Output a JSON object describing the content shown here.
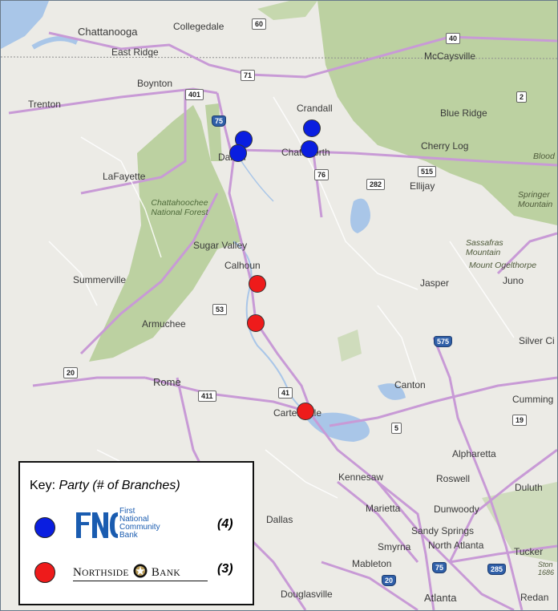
{
  "map": {
    "cities": [
      {
        "id": "chattanooga",
        "name": "Chattanooga"
      },
      {
        "id": "collegedale",
        "name": "Collegedale"
      },
      {
        "id": "east-ridge",
        "name": "East Ridge"
      },
      {
        "id": "boynton",
        "name": "Boynton"
      },
      {
        "id": "trenton",
        "name": "Trenton"
      },
      {
        "id": "mccaysville",
        "name": "McCaysville"
      },
      {
        "id": "crandall",
        "name": "Crandall"
      },
      {
        "id": "blue-ridge",
        "name": "Blue Ridge"
      },
      {
        "id": "dalton",
        "name": "Dalton"
      },
      {
        "id": "chatsworth",
        "name": "Chatsworth"
      },
      {
        "id": "cherry-log",
        "name": "Cherry Log"
      },
      {
        "id": "lafayette",
        "name": "LaFayette"
      },
      {
        "id": "ellijay",
        "name": "Ellijay"
      },
      {
        "id": "sugar-valley",
        "name": "Sugar Valley"
      },
      {
        "id": "calhoun",
        "name": "Calhoun"
      },
      {
        "id": "summerville",
        "name": "Summerville"
      },
      {
        "id": "jasper",
        "name": "Jasper"
      },
      {
        "id": "juno",
        "name": "Juno"
      },
      {
        "id": "armuchee",
        "name": "Armuchee"
      },
      {
        "id": "silver-city",
        "name": "Silver Ci"
      },
      {
        "id": "rome",
        "name": "Rome"
      },
      {
        "id": "canton",
        "name": "Canton"
      },
      {
        "id": "cumming",
        "name": "Cumming"
      },
      {
        "id": "cartersville",
        "name": "Cartersville"
      },
      {
        "id": "alpharetta",
        "name": "Alpharetta"
      },
      {
        "id": "kennesaw",
        "name": "Kennesaw"
      },
      {
        "id": "roswell",
        "name": "Roswell"
      },
      {
        "id": "duluth",
        "name": "Duluth"
      },
      {
        "id": "marietta",
        "name": "Marietta"
      },
      {
        "id": "dunwoody",
        "name": "Dunwoody"
      },
      {
        "id": "dallas",
        "name": "Dallas"
      },
      {
        "id": "sandy-springs",
        "name": "Sandy Springs"
      },
      {
        "id": "smyrna",
        "name": "Smyrna"
      },
      {
        "id": "north-atlanta",
        "name": "North Atlanta"
      },
      {
        "id": "tucker",
        "name": "Tucker"
      },
      {
        "id": "mableton",
        "name": "Mableton"
      },
      {
        "id": "douglasville",
        "name": "Douglasville"
      },
      {
        "id": "atlanta",
        "name": "Atlanta"
      },
      {
        "id": "redan",
        "name": "Redan"
      }
    ],
    "features": [
      {
        "id": "chatt-forest",
        "name": "Chattahoochee National Forest"
      },
      {
        "id": "sassafras",
        "name": "Sassafras Mountain"
      },
      {
        "id": "ogelthorpe",
        "name": "Mount Ogelthorpe"
      },
      {
        "id": "springer",
        "name": "Springer Mountain"
      },
      {
        "id": "blood",
        "name": "Blood"
      },
      {
        "id": "stone",
        "name": "Ston 1686"
      }
    ],
    "shields": [
      "60",
      "40",
      "71",
      "401",
      "75",
      "2",
      "515",
      "76",
      "282",
      "53",
      "575",
      "20",
      "411",
      "41",
      "19",
      "5",
      "75",
      "285",
      "20"
    ],
    "markers": {
      "first_national": 4,
      "northside": 3
    }
  },
  "key": {
    "label": "Key:",
    "subtitle": "Party (# of Branches)",
    "fnc": {
      "line1": "First",
      "line2": "National",
      "line3": "Community",
      "line4": "Bank",
      "count": "(4)"
    },
    "northside": {
      "name_n": "N",
      "name_rest": "ORTHSIDE",
      "name_b": "B",
      "name_rest2": "ANK",
      "count": "(3)"
    }
  },
  "colors": {
    "fnc_marker": "#0a1ee0",
    "northside_marker": "#ee1b1b",
    "forest": "#b9cf9e",
    "roads": "#c89ad6"
  }
}
